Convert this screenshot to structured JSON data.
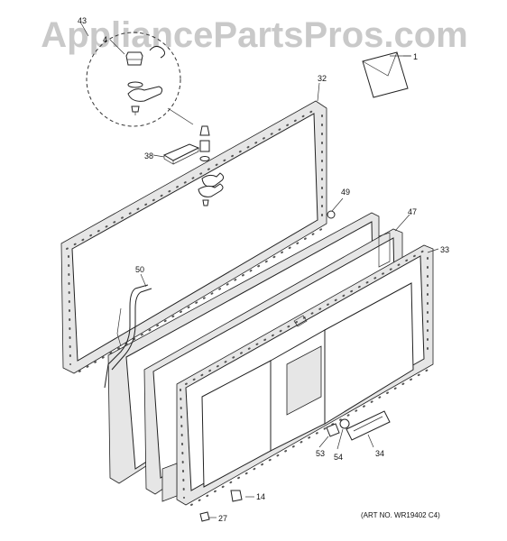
{
  "watermark": "AppliancePartsPros.com",
  "art_number": "(ART NO. WR19402 C4)",
  "callouts": {
    "p1": "1",
    "p4": "4",
    "p14": "14",
    "p27": "27",
    "p32": "32",
    "p33": "33",
    "p34": "34",
    "p38": "38",
    "p43": "43",
    "p47": "47",
    "p49": "49",
    "p50": "50",
    "p53": "53",
    "p54": "54"
  }
}
